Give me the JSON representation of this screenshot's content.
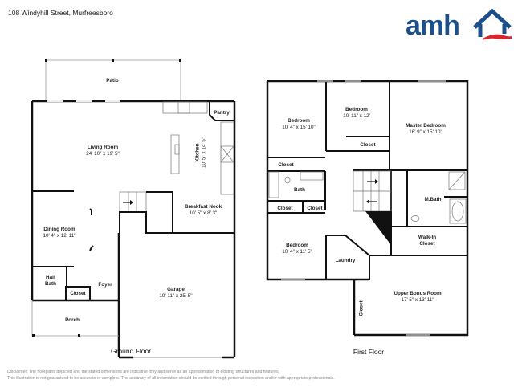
{
  "header": {
    "address": "108 Windyhill Street, Murfreesboro",
    "logo": {
      "text": "amh",
      "icon": "house-roof-icon",
      "colors": {
        "brand_blue": "#1d4f8a",
        "brand_red": "#d8262e"
      }
    }
  },
  "ground_floor": {
    "title": "Ground Floor",
    "rooms": [
      {
        "name": "Patio",
        "dims": ""
      },
      {
        "name": "Living Room",
        "dims": "24' 10\" x 19' 5\""
      },
      {
        "name": "Kitchen",
        "dims": "10' 5\" x 14' 5\""
      },
      {
        "name": "Pantry",
        "dims": ""
      },
      {
        "name": "Breakfast Nook",
        "dims": "10' 5\" x 8' 3\""
      },
      {
        "name": "Dining Room",
        "dims": "10' 4\" x 12' 11\""
      },
      {
        "name": "Half Bath",
        "dims": ""
      },
      {
        "name": "Closet",
        "dims": ""
      },
      {
        "name": "Foyer",
        "dims": ""
      },
      {
        "name": "Garage",
        "dims": "19' 11\" x 25' 5\""
      },
      {
        "name": "Porch",
        "dims": ""
      }
    ]
  },
  "first_floor": {
    "title": "First Floor",
    "rooms": [
      {
        "name": "Bedroom",
        "dims": "10' 4\" x 15' 10\""
      },
      {
        "name": "Bedroom",
        "dims": "10' 11\" x 12'"
      },
      {
        "name": "Master Bedroom",
        "dims": "16' 9\" x 15' 10\""
      },
      {
        "name": "Closet",
        "dims": ""
      },
      {
        "name": "Closet",
        "dims": ""
      },
      {
        "name": "Bath",
        "dims": ""
      },
      {
        "name": "Closet",
        "dims": ""
      },
      {
        "name": "Closet",
        "dims": ""
      },
      {
        "name": "M.Bath",
        "dims": ""
      },
      {
        "name": "Bedroom",
        "dims": "10' 4\" x 11' 5\""
      },
      {
        "name": "Walk-In Closet",
        "dims": ""
      },
      {
        "name": "Laundry",
        "dims": ""
      },
      {
        "name": "Upper Bonus Room",
        "dims": "17' 5\" x 13' 11\""
      },
      {
        "name": "Closet",
        "dims": ""
      }
    ]
  },
  "disclaimer": {
    "line1": "Disclaimer: The floorplans depicted and the stated dimensions are indicative only and serve as an approximation of existing structures and features.",
    "line2": "This illustration is not guaranteed to be accurate or complete. The accuracy of all information should be verified through personal inspection and/or with appropriate professionals."
  }
}
